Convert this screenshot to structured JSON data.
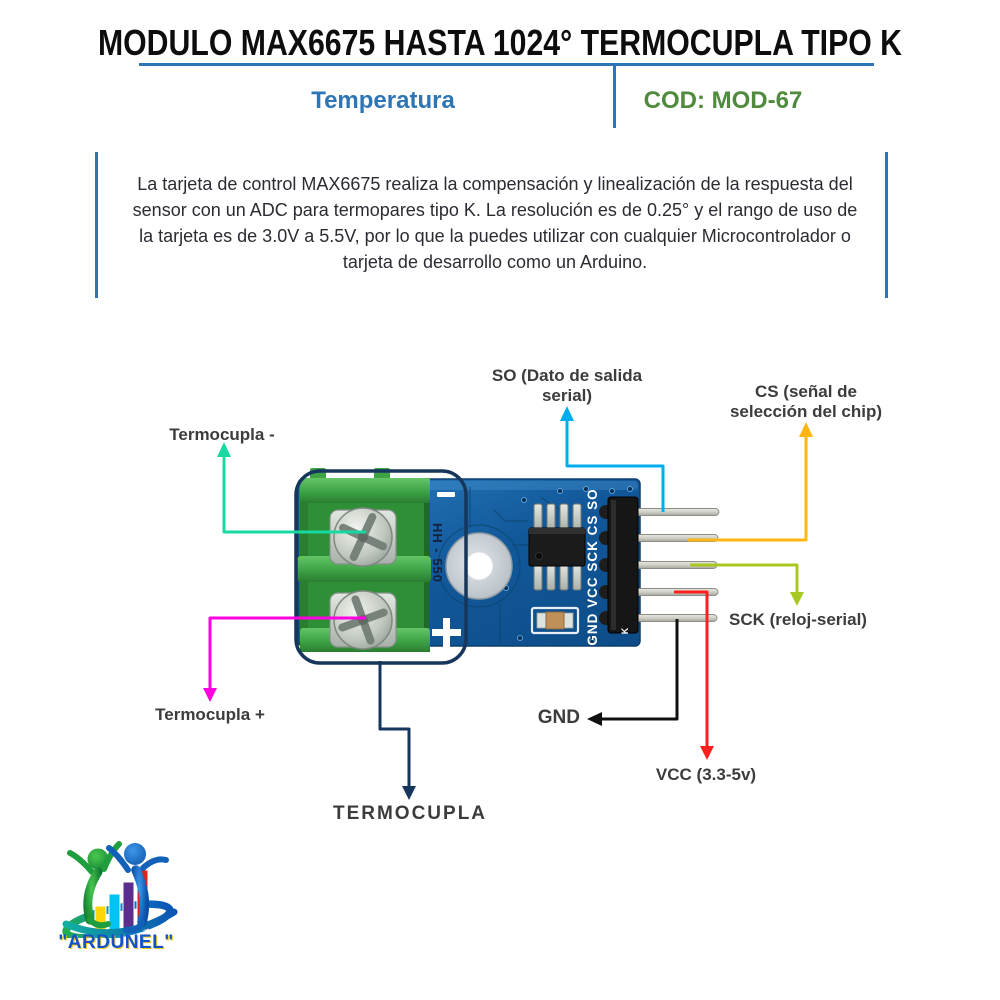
{
  "header": {
    "title": "MODULO MAX6675 HASTA 1024° TERMOCUPLA TIPO K",
    "tagline": "Temperatura",
    "code": "COD: MOD-67",
    "accent_blue": "#2E75B6",
    "accent_green": "#4F8A3D"
  },
  "description": {
    "lines": [
      "La tarjeta de control MAX6675 realiza la compensación y linealización de la respuesta del",
      "sensor con un ADC para termopares tipo K. La resolución es de 0.25° y el rango de uso de",
      "la tarjeta es de 3.0V a 5.5V, por lo que la puedes utilizar con cualquier Microcontrolador o",
      "tarjeta de desarrollo  como un Arduino."
    ]
  },
  "diagram": {
    "labels": {
      "so_line1": "SO (Dato de salida",
      "so_line2": "serial)",
      "cs_line1": "CS (señal de",
      "cs_line2": "selección del chip)",
      "sck": "SCK (reloj-serial)",
      "gnd": "GND",
      "vcc": "VCC (3.3-5v)",
      "thermo_neg": "Termocupla -",
      "thermo_pos": "Termocupla +",
      "thermocouple": "TERMOCUPLA"
    },
    "colors": {
      "so": "#00AEEF",
      "cs": "#FFB612",
      "sck": "#A8C822",
      "vcc": "#FF1F1F",
      "gnd": "#111111",
      "thermo_neg": "#17D9A2",
      "thermo_pos": "#FF00E1",
      "thermocouple": "#16365C",
      "pcb_blue": "#11589A",
      "terminal_green": "#3DA344"
    },
    "board": {
      "silkscreen_pins": "GND VCC SCK CS SO",
      "board_marking": "HH - 550",
      "minus_marking": "-",
      "plus_marking": "+",
      "corner_marking": "K"
    }
  },
  "logo": {
    "brand": "\"ARDUNEL\""
  }
}
